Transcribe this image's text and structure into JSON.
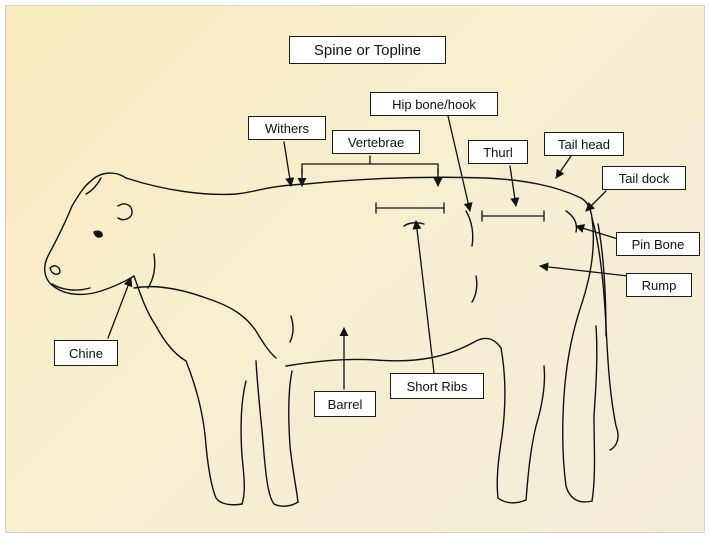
{
  "title": "Spine or Topline",
  "labels": {
    "withers": "Withers",
    "vertebrae": "Vertebrae",
    "hip_bone": "Hip bone/hook",
    "thurl": "Thurl",
    "tail_head": "Tail head",
    "tail_dock": "Tail dock",
    "pin_bone": "Pin Bone",
    "rump": "Rump",
    "chine": "Chine",
    "barrel": "Barrel",
    "short_ribs": "Short Ribs"
  },
  "colors": {
    "background": "#f8ebbe",
    "line": "#111111",
    "box_fill": "#ffffff"
  }
}
